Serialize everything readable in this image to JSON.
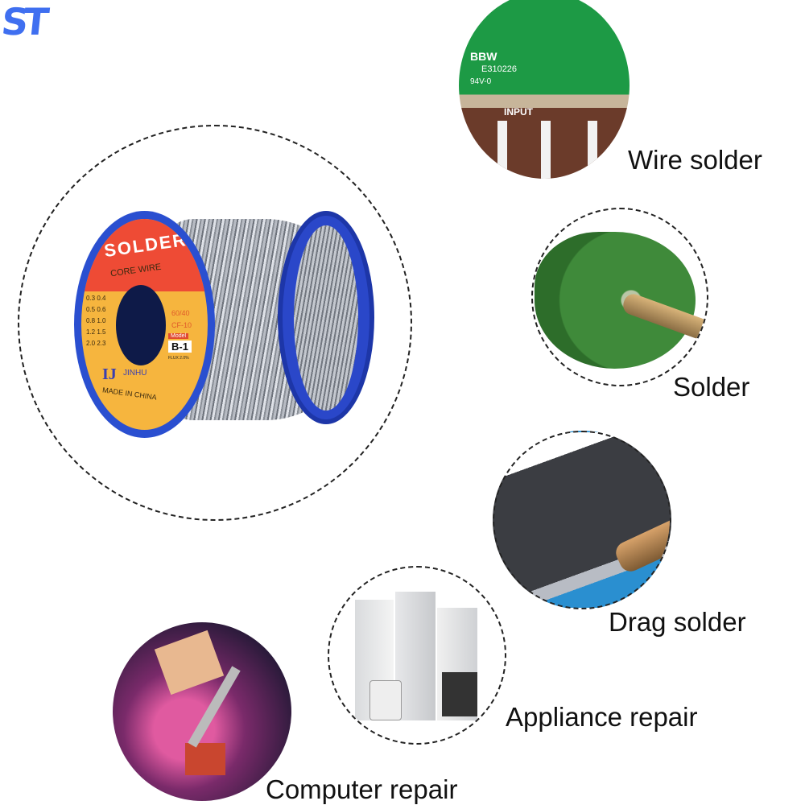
{
  "logo": "ST",
  "product": {
    "brand_band": "SOLDER",
    "subtitle": "CORE WIRE",
    "sizes": [
      "0.3 0.4",
      "0.5 0.6",
      "0.8 1.0",
      "1.2 1.5",
      "2.0 2.3"
    ],
    "alloy": "60/40",
    "flux_code": "CF-10",
    "model_label": "Model",
    "model": "B-1",
    "flux": "FLUX 2.0%",
    "maker": "JINHU",
    "origin": "MADE IN CHINA"
  },
  "uses": [
    {
      "label": "Wire solder"
    },
    {
      "label": "Solder"
    },
    {
      "label": "Drag solder"
    },
    {
      "label": "Appliance repair"
    },
    {
      "label": "Computer repair"
    }
  ],
  "pcb_text": [
    "BBW",
    "E310226",
    "94V-0",
    "INPUT"
  ]
}
